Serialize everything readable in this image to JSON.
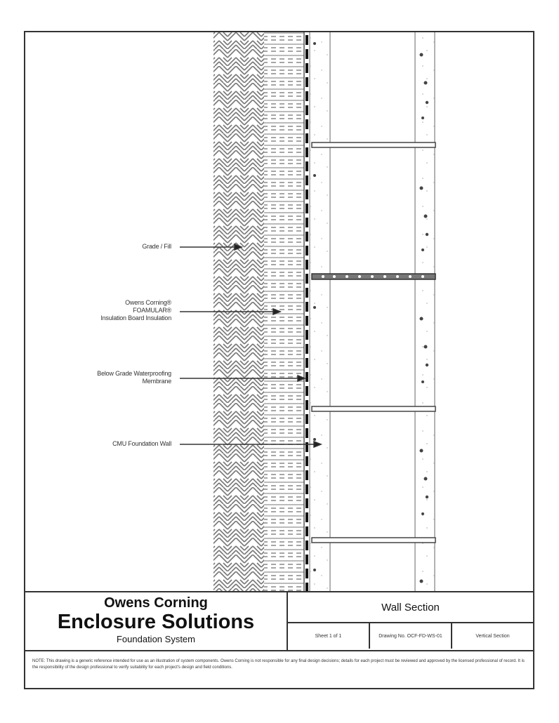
{
  "drawing": {
    "callouts": [
      {
        "id": "grade-fill",
        "lines": [
          "Grade / Fill"
        ]
      },
      {
        "id": "insulation",
        "lines": [
          "Owens Corning®",
          "FOAMULAR®",
          "Insulation Board Insulation"
        ]
      },
      {
        "id": "waterproofing",
        "lines": [
          "Below Grade Waterproofing",
          "Membrane"
        ]
      },
      {
        "id": "cmu-wall",
        "lines": [
          "CMU Foundation Wall"
        ]
      }
    ]
  },
  "title_block": {
    "company": "Owens Corning",
    "product": "Enclosure Solutions",
    "system": "Foundation System",
    "title": "Wall Section",
    "cells": [
      "Sheet 1 of 1",
      "Drawing No. OCF-FD-WS-01",
      "Vertical Section"
    ]
  },
  "note": "NOTE: This drawing is a generic reference intended for use as an illustration of system components. Owens Corning is not responsible for any final design decisions; details for each project must be reviewed and approved by the licensed professional of record. It is the responsibility of the design professional to verify suitability for each project's design and field conditions."
}
